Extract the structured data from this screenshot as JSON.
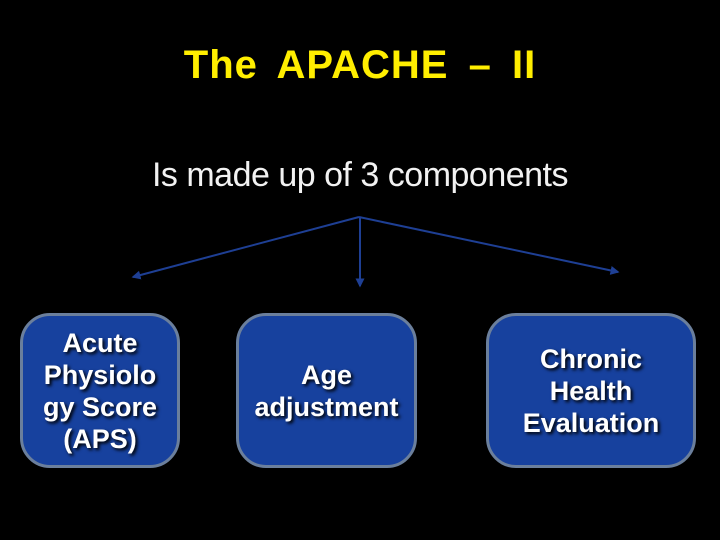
{
  "slide": {
    "title": "The APACHE – II",
    "subtitle": "Is made up of 3 components",
    "boxes": [
      {
        "id": "aps",
        "lines": [
          "Acute",
          "Physiolo",
          "gy Score",
          "(APS)"
        ]
      },
      {
        "id": "age",
        "lines": [
          "Age",
          "adjustment"
        ]
      },
      {
        "id": "che",
        "lines": [
          "Chronic",
          "Health",
          "Evaluation"
        ]
      }
    ],
    "colors": {
      "background": "#000000",
      "title": "#ffee00",
      "subtitle": "#f2f2f2",
      "connector": "#1e3f94",
      "box_fill": "#17419e",
      "box_border": "#6b7f9c",
      "box_text": "#ffffff"
    }
  }
}
